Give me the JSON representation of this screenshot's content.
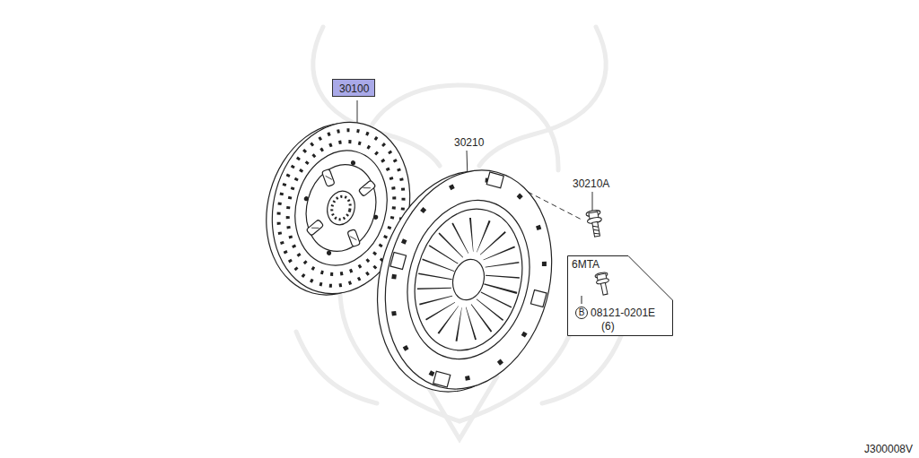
{
  "diagram": {
    "nodes": [
      {
        "text": [
          "30100"
        ]
      },
      {
        "text": [
          "6MTA",
          "08121-0201E",
          "(6)"
        ]
      },
      {
        "text": [
          "B"
        ],
        "in": 1
      }
    ],
    "labels": [
      "30210",
      "30210A",
      "J300008V"
    ]
  }
}
